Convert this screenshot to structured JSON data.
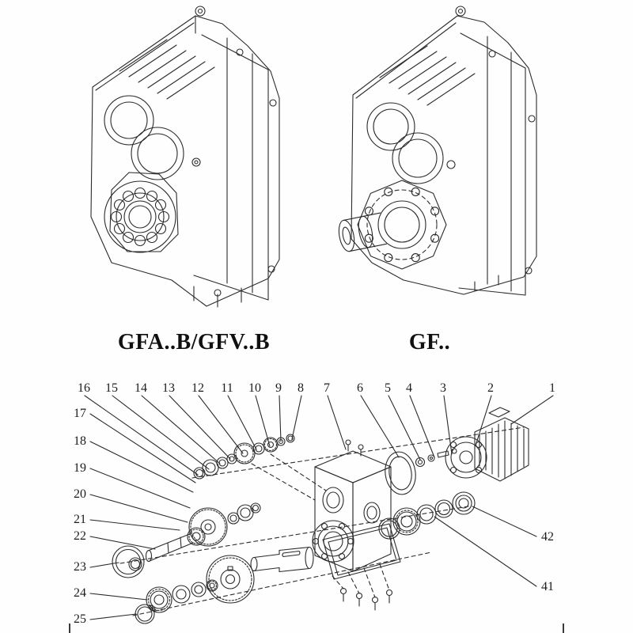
{
  "models": {
    "left_label": "GFA..B/GFV..B",
    "right_label": "GF.."
  },
  "exploded": {
    "top_numbers": [
      "16",
      "15",
      "14",
      "13",
      "12",
      "11",
      "10",
      "9",
      "8",
      "7",
      "6",
      "5",
      "4",
      "3",
      "2",
      "1"
    ],
    "left_numbers": [
      "17",
      "18",
      "19",
      "20",
      "21",
      "22",
      "23",
      "24",
      "25"
    ],
    "right_numbers": [
      "42",
      "41"
    ]
  },
  "colors": {
    "line": "#2b2b2b",
    "text": "#1c1c1c",
    "background": "#ffffff"
  }
}
